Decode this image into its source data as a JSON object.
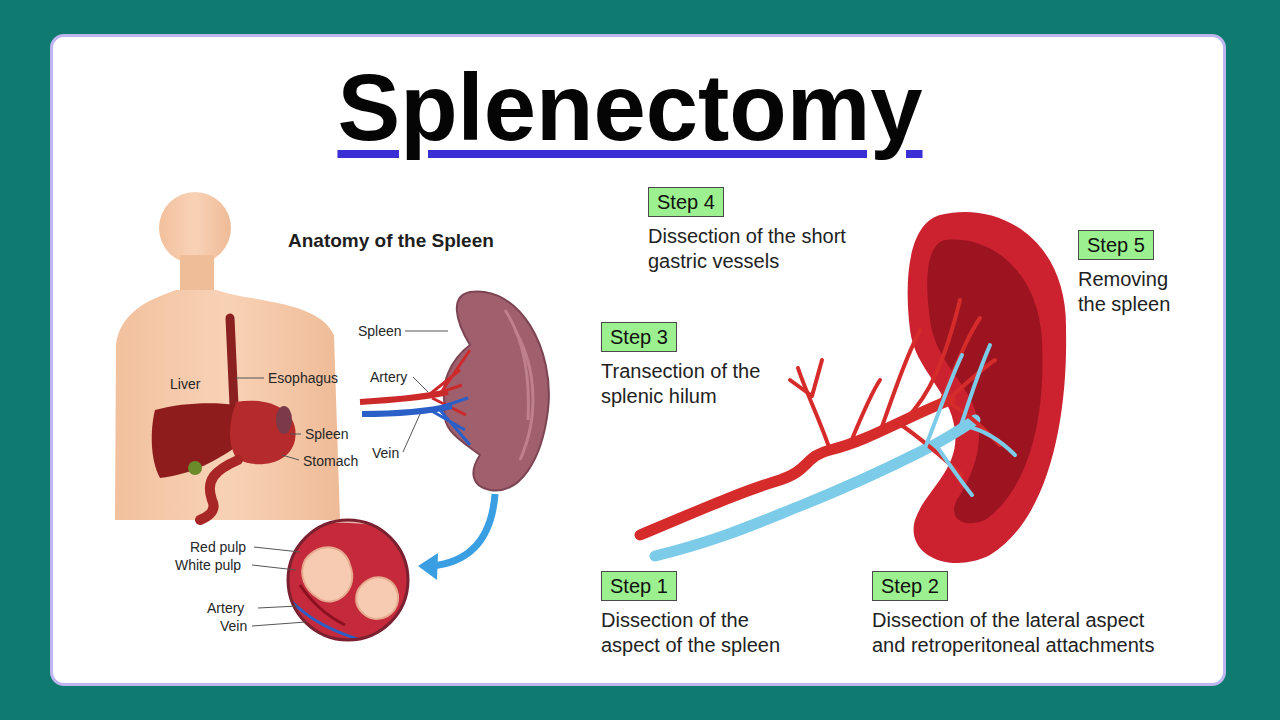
{
  "diagram": {
    "title": "Splenectomy",
    "nodes": [
      {
        "text": [
          "Step 4",
          "Dissection of the short gastric vessels"
        ]
      },
      {
        "text": [
          "Step 5",
          "Removing the spleen"
        ]
      },
      {
        "text": [
          "Step 3",
          "Transection of the splenic hilum"
        ]
      },
      {
        "text": [
          "Step 1",
          "Dissection of the aspect of the spleen"
        ]
      },
      {
        "text": [
          "Step 2",
          "Dissection of the lateral aspect and retroperitoneal attachments"
        ]
      }
    ],
    "labels": [
      "Anatomy of the Spleen",
      "Liver",
      "Esophagus",
      "Spleen",
      "Stomach",
      "Spleen",
      "Artery",
      "Vein",
      "Red pulp",
      "White pulp",
      "Artery",
      "Vein"
    ]
  }
}
